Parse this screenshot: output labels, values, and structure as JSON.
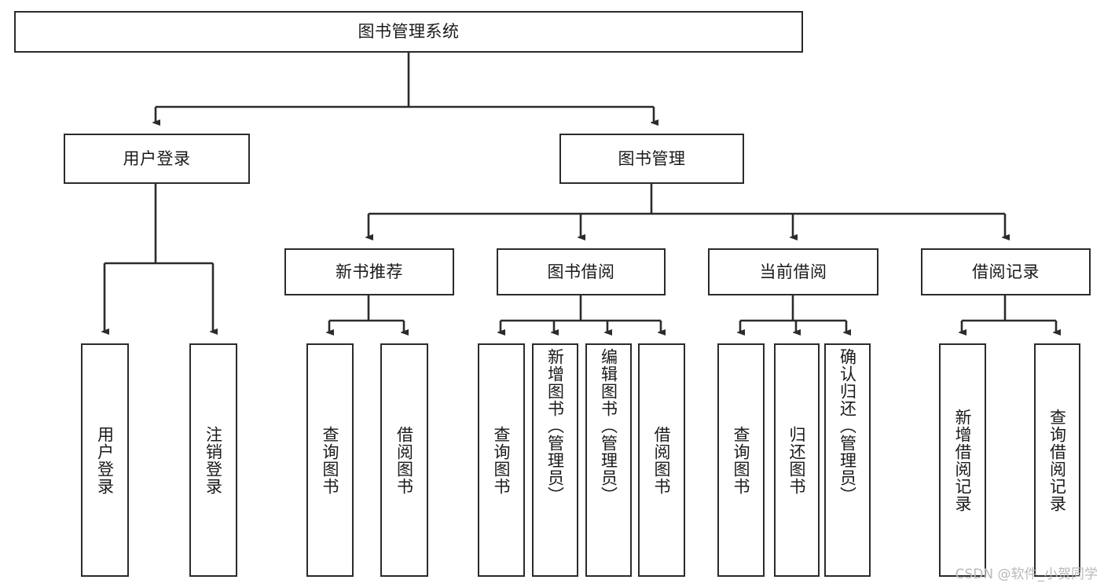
{
  "diagram": {
    "title": "图书管理系统",
    "type": "tree-hierarchy",
    "orientation": "top-down",
    "colors": {
      "box_border": "#2b2b2b",
      "box_fill": "#ffffff",
      "edge": "#2b2b2b",
      "text": "#1a1a1a",
      "watermark": "#b9b9b9"
    },
    "root": {
      "label": "图书管理系统"
    },
    "level2": [
      {
        "label": "用户登录"
      },
      {
        "label": "图书管理"
      }
    ],
    "level3": [
      {
        "label": "新书推荐"
      },
      {
        "label": "图书借阅"
      },
      {
        "label": "当前借阅"
      },
      {
        "label": "借阅记录"
      }
    ],
    "leaves": {
      "user_login": [
        {
          "label": "用户登录"
        },
        {
          "label": "注销登录"
        }
      ],
      "new_book_recommend": [
        {
          "label": "查询图书"
        },
        {
          "label": "借阅图书"
        }
      ],
      "book_borrow": [
        {
          "label": "查询图书"
        },
        {
          "label": "新增图书（管理员）"
        },
        {
          "label": "编辑图书（管理员）"
        },
        {
          "label": "借阅图书"
        }
      ],
      "current_borrow": [
        {
          "label": "查询图书"
        },
        {
          "label": "归还图书"
        },
        {
          "label": "确认归还（管理员）"
        }
      ],
      "borrow_record": [
        {
          "label": "新增借阅记录"
        },
        {
          "label": "查询借阅记录"
        }
      ]
    }
  },
  "watermark": {
    "text": "CSDN @软件_小贺同学"
  }
}
